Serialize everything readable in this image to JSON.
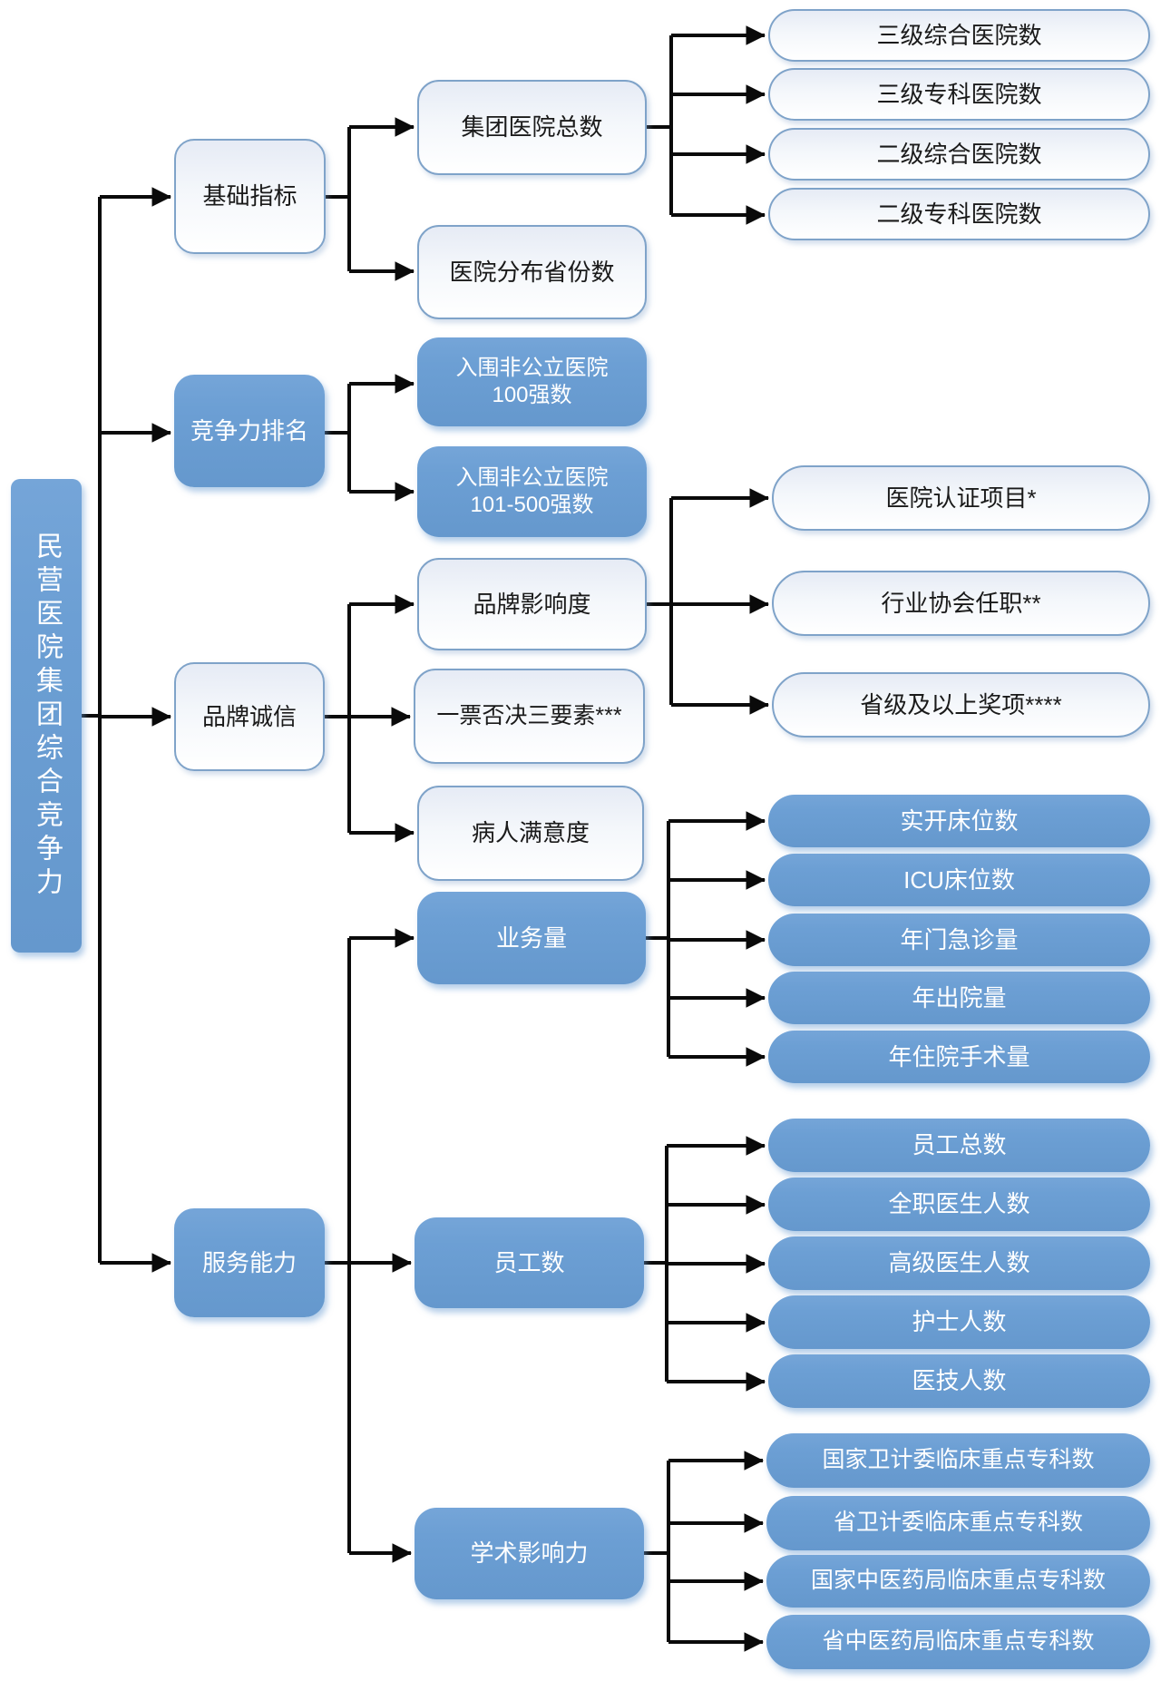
{
  "diagram_title": "民营医院集团综合竞争力",
  "colors": {
    "node_blue": "#6c9fd4",
    "white_box_border": "#7fa3c9",
    "white_box_fill_top": "#e6ebf5",
    "connector": "#0a0a0a"
  },
  "nodes": {
    "root": {
      "label": "民营医院集团综合竞争力"
    },
    "basic-indicators": {
      "label": "基础指标"
    },
    "competitiveness-ranking": {
      "label": "竞争力排名"
    },
    "brand-integrity": {
      "label": "品牌诚信"
    },
    "service-capability": {
      "label": "服务能力"
    },
    "group-hospital-total": {
      "label": "集团医院总数"
    },
    "province-distribution": {
      "label": "医院分布省份数"
    },
    "top100-nonpublic": {
      "label": "入围非公立医院\n100强数"
    },
    "top101-500-nonpublic": {
      "label": "入围非公立医院\n101-500强数"
    },
    "brand-influence": {
      "label": "品牌影响度"
    },
    "one-vote-veto": {
      "label": "一票否决三要素***"
    },
    "patient-satisfaction": {
      "label": "病人满意度"
    },
    "business-volume": {
      "label": "业务量"
    },
    "staff-count": {
      "label": "员工数"
    },
    "academic-influence": {
      "label": "学术影响力"
    },
    "tier3-general": {
      "label": "三级综合医院数"
    },
    "tier3-specialty": {
      "label": "三级专科医院数"
    },
    "tier2-general": {
      "label": "二级综合医院数"
    },
    "tier2-specialty": {
      "label": "二级专科医院数"
    },
    "hospital-accreditation": {
      "label": "医院认证项目*"
    },
    "industry-association": {
      "label": "行业协会任职**"
    },
    "provincial-awards": {
      "label": "省级及以上奖项****"
    },
    "open-beds": {
      "label": "实开床位数"
    },
    "icu-beds": {
      "label": "ICU床位数"
    },
    "annual-outpatient-emergency": {
      "label": "年门急诊量"
    },
    "annual-discharges": {
      "label": "年出院量"
    },
    "annual-inpatient-surgeries": {
      "label": "年住院手术量"
    },
    "staff-total": {
      "label": "员工总数"
    },
    "fulltime-doctors": {
      "label": "全职医生人数"
    },
    "senior-doctors": {
      "label": "高级医生人数"
    },
    "nurses": {
      "label": "护士人数"
    },
    "medical-technicians": {
      "label": "医技人数"
    },
    "national-hfpc-key-specialties": {
      "label": "国家卫计委临床重点专科数"
    },
    "provincial-hfpc-key-specialties": {
      "label": "省卫计委临床重点专科数"
    },
    "national-tcm-key-specialties": {
      "label": "国家中医药局临床重点专科数"
    },
    "provincial-tcm-key-specialties": {
      "label": "省中医药局临床重点专科数"
    }
  }
}
